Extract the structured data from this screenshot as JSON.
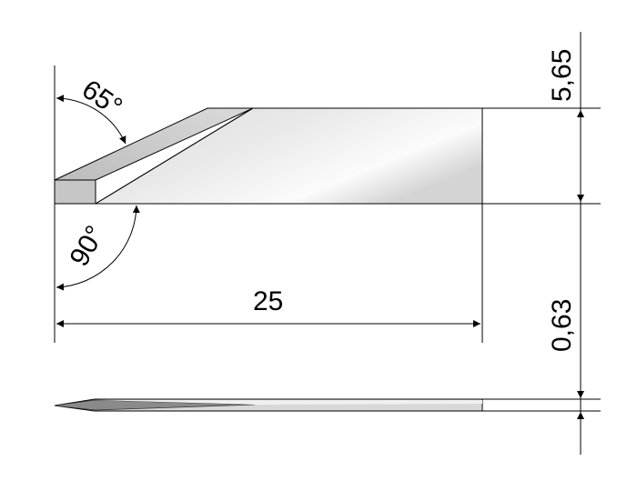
{
  "dimensions": {
    "angle_top": "65°",
    "angle_bottom": "90°",
    "length": "25",
    "height": "5,65",
    "thickness": "0,63"
  },
  "colors": {
    "line": "#000000",
    "blade_face_light": "#ffffff",
    "blade_face_mid": "#e6e6e6",
    "blade_face_dark": "#cfcfcf",
    "bevel": "#c8c8c8",
    "bevel_end": "#bdbdbd",
    "edge_dark": "#555555"
  }
}
